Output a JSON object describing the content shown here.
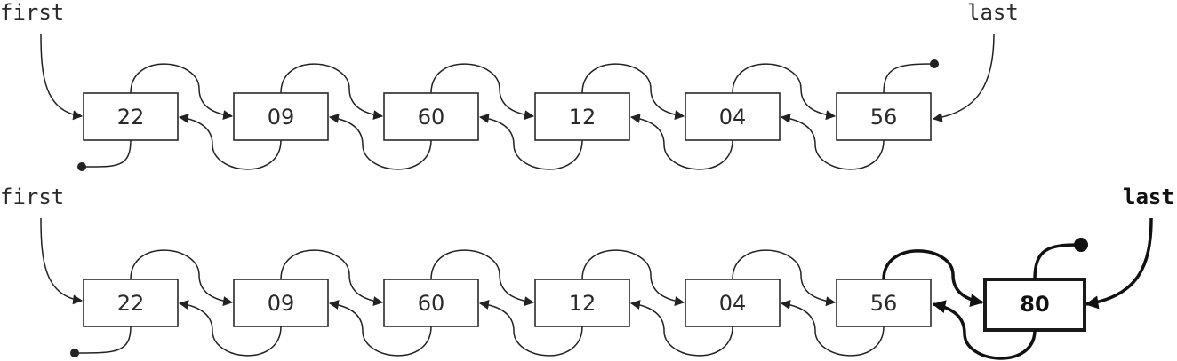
{
  "diagrams": [
    {
      "first_label": "first",
      "last_label": "last",
      "nodes": [
        {
          "value": "22"
        },
        {
          "value": "09"
        },
        {
          "value": "60"
        },
        {
          "value": "12"
        },
        {
          "value": "04"
        },
        {
          "value": "56"
        }
      ]
    },
    {
      "first_label": "first",
      "last_label": "last",
      "nodes": [
        {
          "value": "22"
        },
        {
          "value": "09"
        },
        {
          "value": "60"
        },
        {
          "value": "12"
        },
        {
          "value": "04"
        },
        {
          "value": "56"
        },
        {
          "value": "80",
          "highlighted": true
        }
      ]
    }
  ]
}
